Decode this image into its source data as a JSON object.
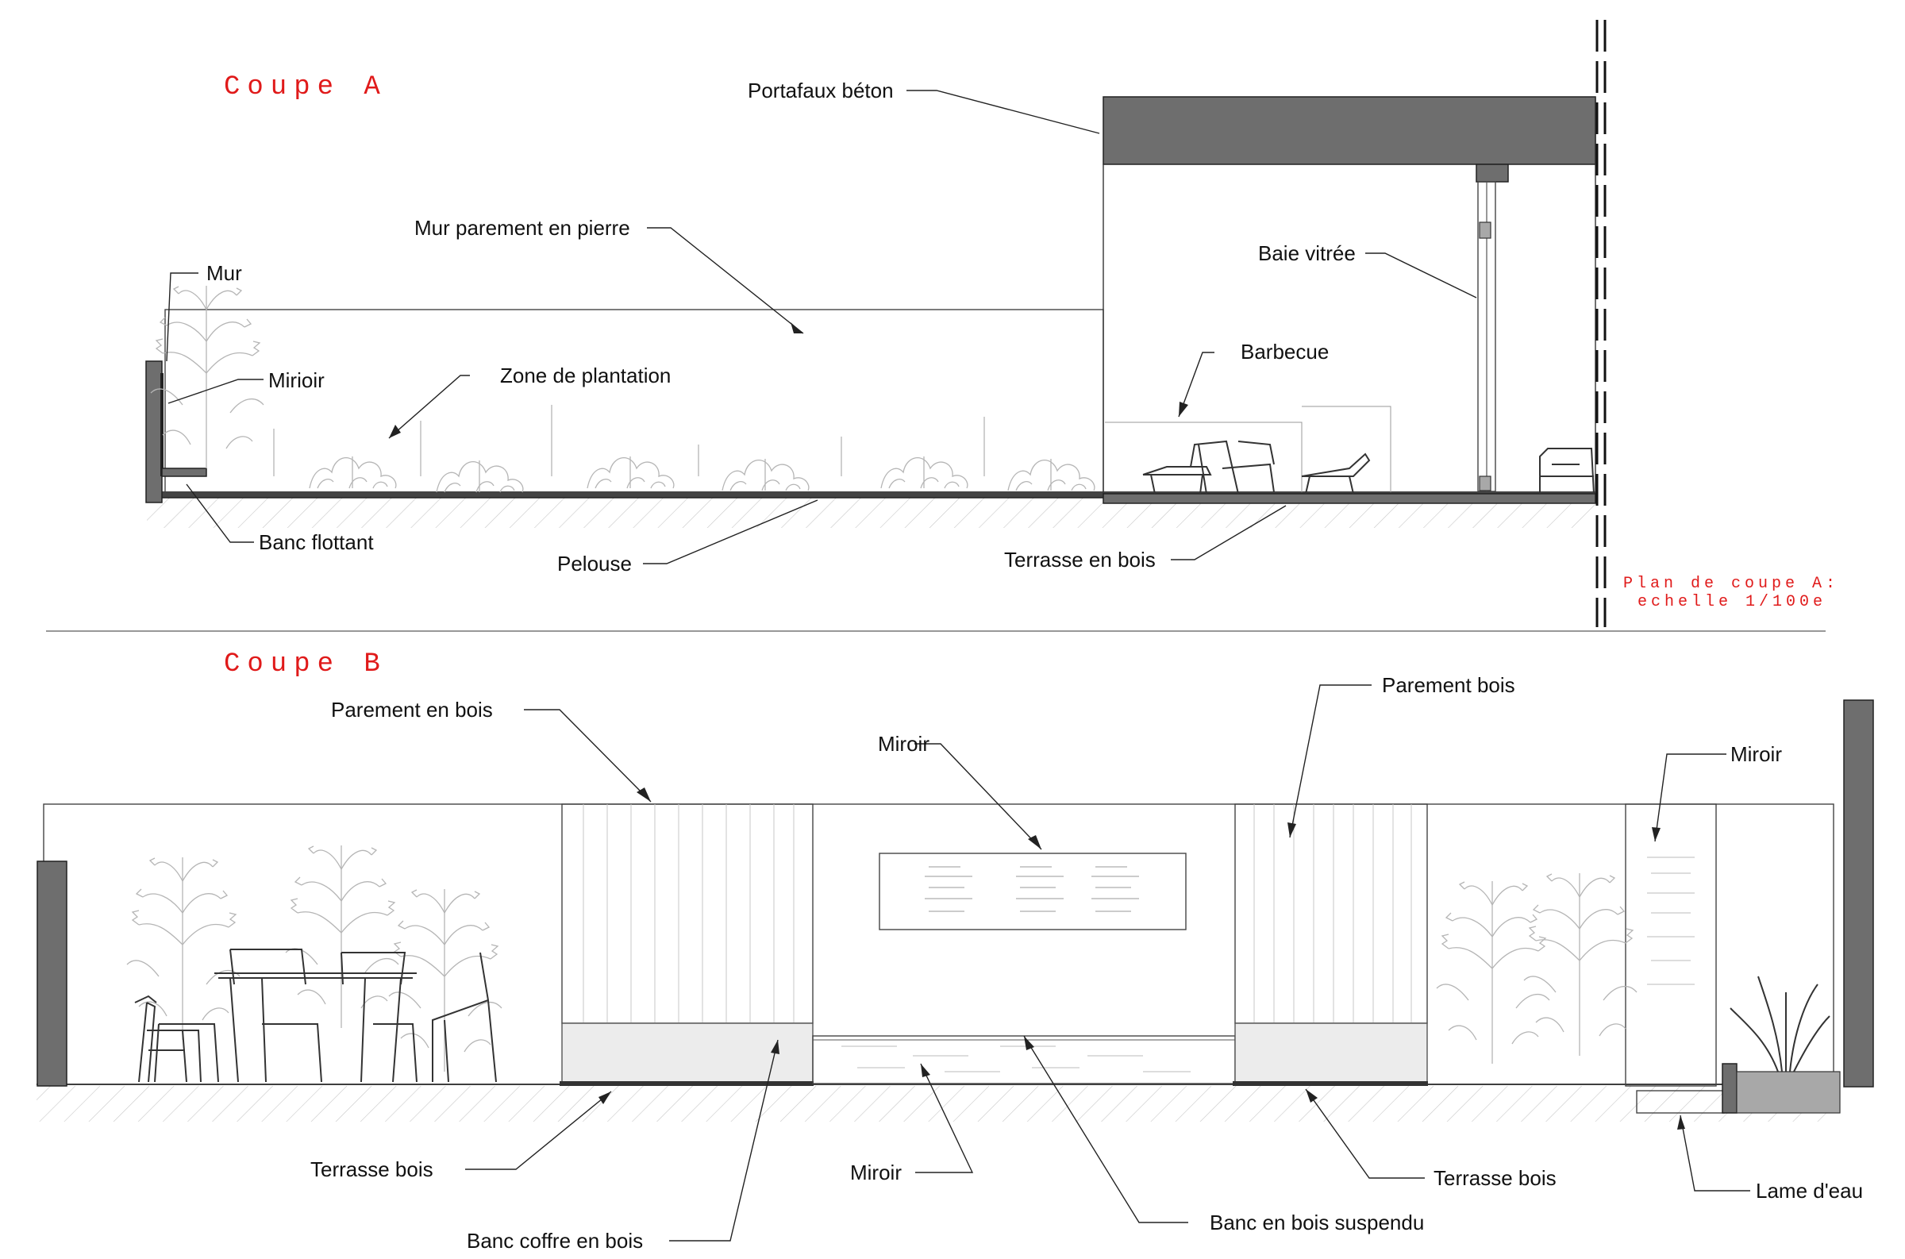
{
  "section_a": {
    "title": "Coupe A",
    "labels": {
      "portafaux": "Portafaux béton",
      "mur_parement": "Mur parement en pierre",
      "mur": "Mur",
      "miroir": "Mirioir",
      "zone_plantation": "Zone de plantation",
      "baie_vitree": "Baie vitrée",
      "barbecue": "Barbecue",
      "banc_flottant": "Banc flottant",
      "pelouse": "Pelouse",
      "terrasse_bois": "Terrasse en bois"
    },
    "plan_note": [
      "Plan de coupe A:",
      "echelle 1/100e"
    ]
  },
  "section_b": {
    "title": "Coupe B",
    "labels": {
      "parement_en_bois": "Parement en bois",
      "miroir_center": "Miroir",
      "parement_bois": "Parement bois",
      "miroir_right": "Miroir",
      "terrasse_bois_left": "Terrasse bois",
      "miroir_bottom": "Miroir",
      "terrasse_bois_right": "Terrasse bois",
      "lame_eau": "Lame d'eau",
      "banc_suspendu": "Banc en bois suspendu",
      "banc_coffre": "Banc coffre en bois"
    }
  },
  "colors": {
    "title_red": "#e01a1a",
    "concrete": "#6e6e6e"
  }
}
